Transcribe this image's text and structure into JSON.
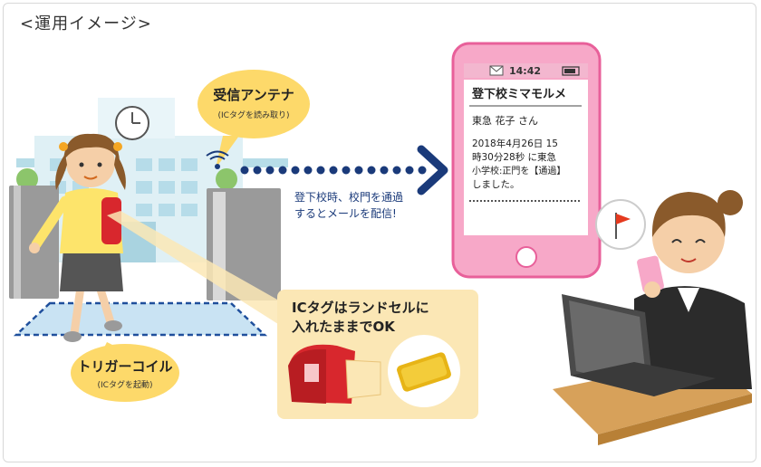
{
  "page_title": "<運用イメージ>",
  "antenna": {
    "title": "受信アンテナ",
    "subtitle": "(ICタグを読み取り)"
  },
  "delivery_caption": {
    "line1": "登下校時、校門を通過",
    "line2": "するとメールを配信!"
  },
  "phone": {
    "status_time": "14:42",
    "subject": "登下校ミマモルメ",
    "recipient": "東急 花子 さん",
    "body_line1": "2018年4月26日 15",
    "body_line2": "時30分28秒 に東急",
    "body_line3": "小学校:正門を【通過】",
    "body_line4": "しました。"
  },
  "ic_tag_note": {
    "line1": "ICタグはランドセルに",
    "line2": "入れたままでOK"
  },
  "trigger_coil": {
    "title": "トリガーコイル",
    "subtitle": "(ICタグを起動)"
  },
  "colors": {
    "accent_orange": "#f5a623",
    "bubble_yellow": "#fdd96a",
    "arrow_navy": "#1a3a7a",
    "phone_pink": "#f7a8c8",
    "phone_pink_dark": "#e8609a",
    "panel_beige": "#fbe7b5",
    "randoseru_red": "#d8272d",
    "ic_tag_gold": "#e7b416"
  },
  "icons": [
    "clock-icon",
    "antenna-icon",
    "mail-icon",
    "battery-icon",
    "notification-flag-icon"
  ]
}
